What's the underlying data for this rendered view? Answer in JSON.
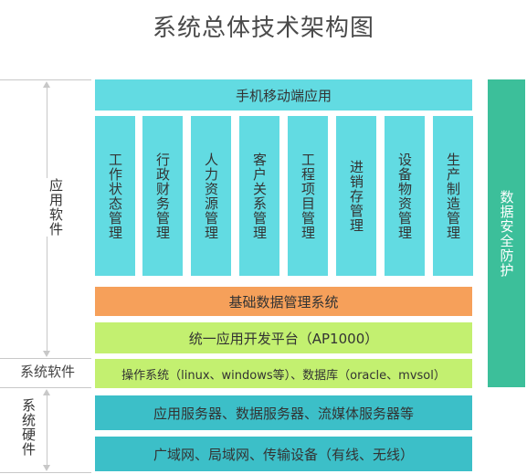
{
  "title": "系统总体技术架构图",
  "side_labels": {
    "app_software": "应用软件",
    "sys_software": "系统软件",
    "sys_hardware": "系统硬件"
  },
  "layers": {
    "mobile": "手机移动端应用",
    "modules": [
      {
        "col1": "工作状态管理"
      },
      {
        "col1": "行政财务管理"
      },
      {
        "col1": "人力资源管理"
      },
      {
        "col1": "客户关系管理"
      },
      {
        "col1": "工程项目管理"
      },
      {
        "col1": "进销存管理"
      },
      {
        "col1": "设备物资管理"
      },
      {
        "col1": "生产制造管理"
      }
    ],
    "base_data": "基础数据管理系统",
    "platform": "统一应用开发平台（AP1000）",
    "os_db": "操作系统（linux、windows等）、数据库（oracle、mvsol）",
    "servers": "应用服务器、数据服务器、流媒体服务器等",
    "network": "广域网、局域网、传输设备（有线、无线）"
  },
  "security": "数据安全防护",
  "colors": {
    "cyan": "#62dbe2",
    "orange": "#f6a05a",
    "lime": "#c3f070",
    "teal": "#3cbfc8",
    "green": "#3cbf9a"
  }
}
